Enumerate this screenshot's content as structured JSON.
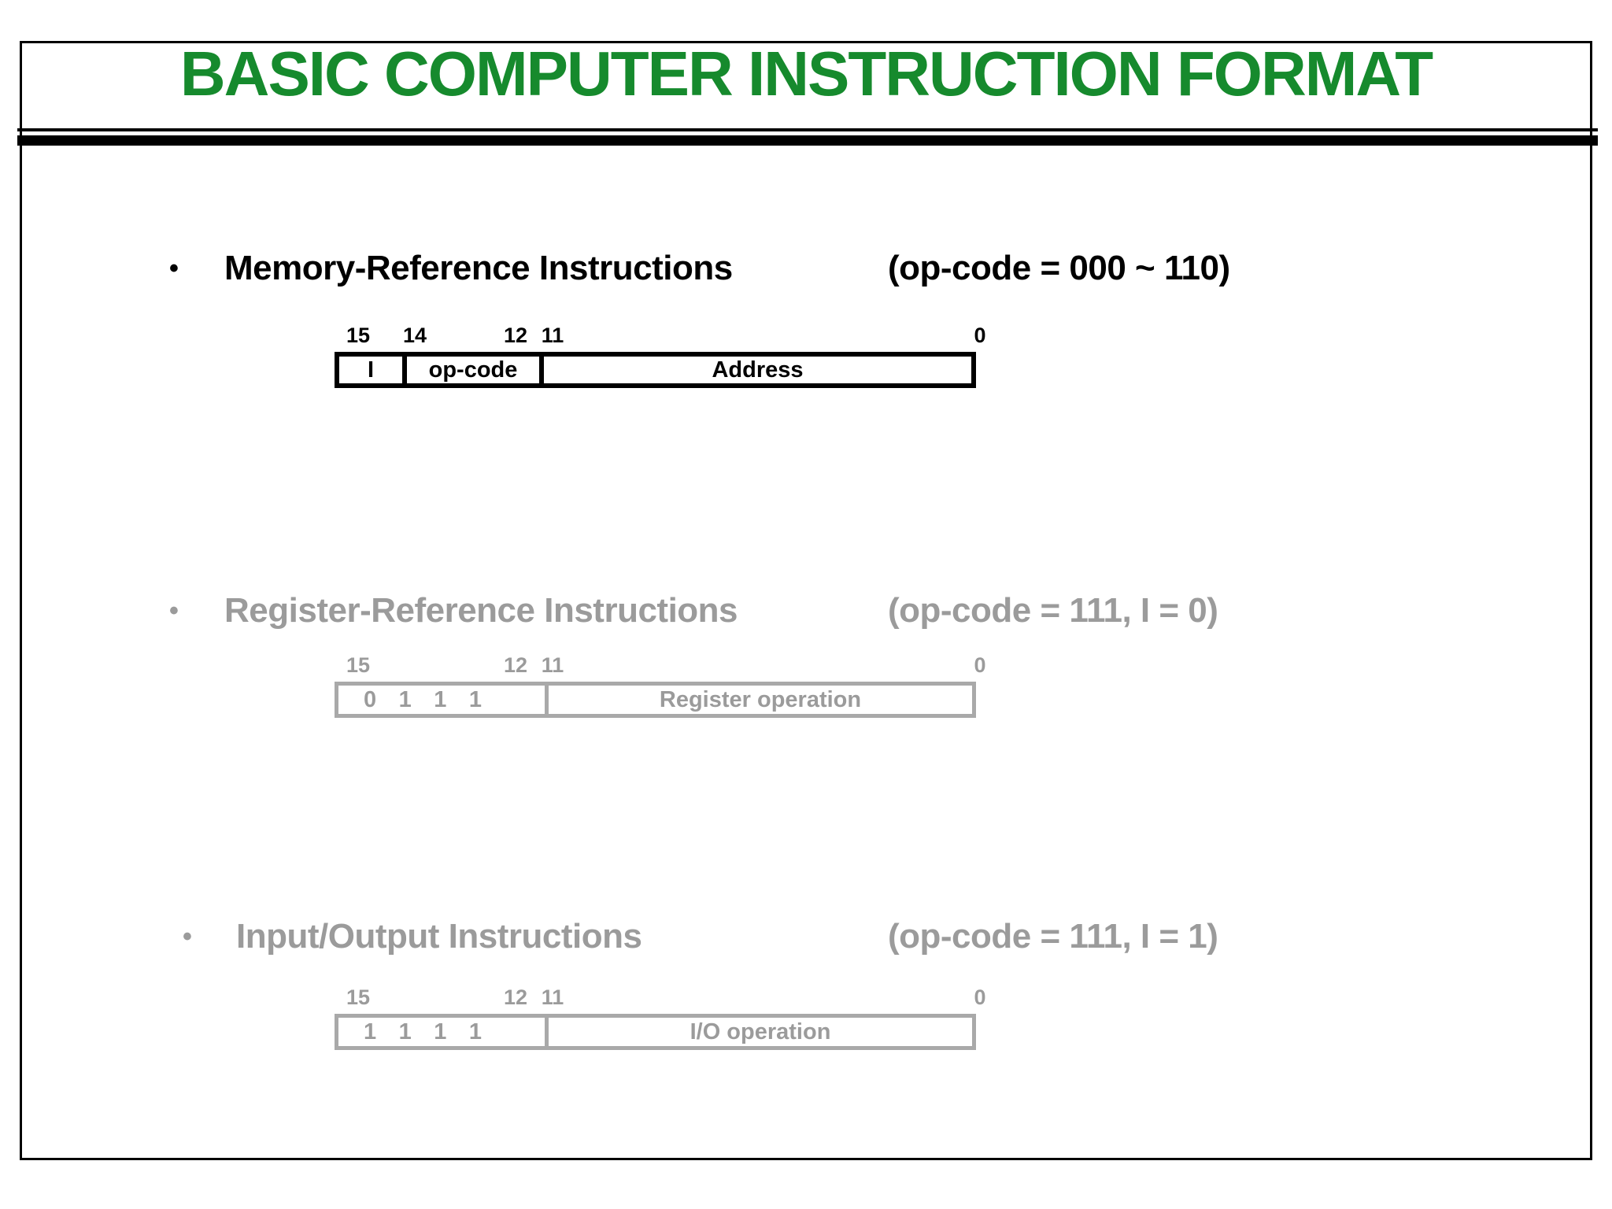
{
  "title": "BASIC COMPUTER INSTRUCTION FORMAT",
  "colors": {
    "title_green": "#168A2D",
    "active_black": "#000000",
    "inactive_gray": "#9B9B9B"
  },
  "sections": [
    {
      "bullet": "•",
      "heading": "Memory-Reference Instructions",
      "note": "(op-code = 000 ~ 110)",
      "bits": {
        "b15": "15",
        "b14": "14",
        "b12": "12",
        "b11": "11",
        "b0": "0"
      },
      "cells": {
        "i": "I",
        "opcode": "op-code",
        "address": "Address"
      }
    },
    {
      "bullet": "•",
      "heading": "Register-Reference Instructions",
      "note": "(op-code = 111, I = 0)",
      "bits": {
        "b15": "15",
        "b12": "12",
        "b11": "11",
        "b0": "0"
      },
      "digits": [
        "0",
        "1",
        "1",
        "1"
      ],
      "operation": "Register operation"
    },
    {
      "bullet": "•",
      "heading": "Input/Output Instructions",
      "note": "(op-code = 111, I = 1)",
      "bits": {
        "b15": "15",
        "b12": "12",
        "b11": "11",
        "b0": "0"
      },
      "digits": [
        "1",
        "1",
        "1",
        "1"
      ],
      "operation": "I/O operation"
    }
  ]
}
